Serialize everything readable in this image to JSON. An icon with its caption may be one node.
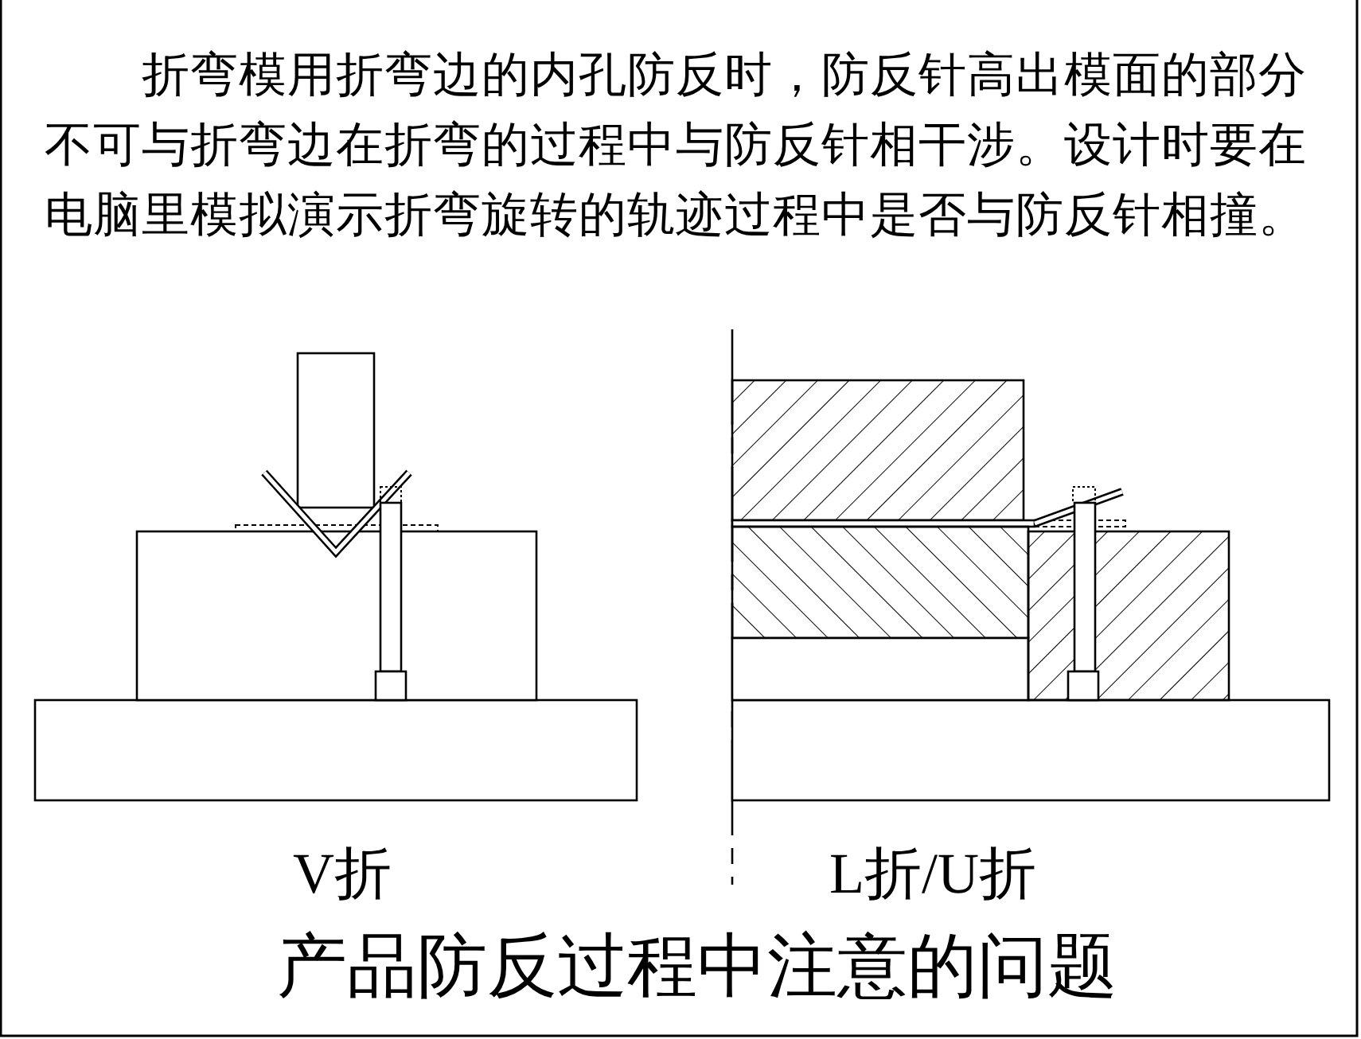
{
  "diagram": {
    "caption": "产品防反过程中注意的问题",
    "labels": [
      "折弯模用折弯边的内孔防反时，防反针高出模面的部分不可与折弯边在折弯的过程中与防反针相干涉。设计时要在电脑里模拟演示折弯旋转的轨迹过程中是否与防反针相撞。",
      "V折",
      "L折/U折"
    ]
  }
}
